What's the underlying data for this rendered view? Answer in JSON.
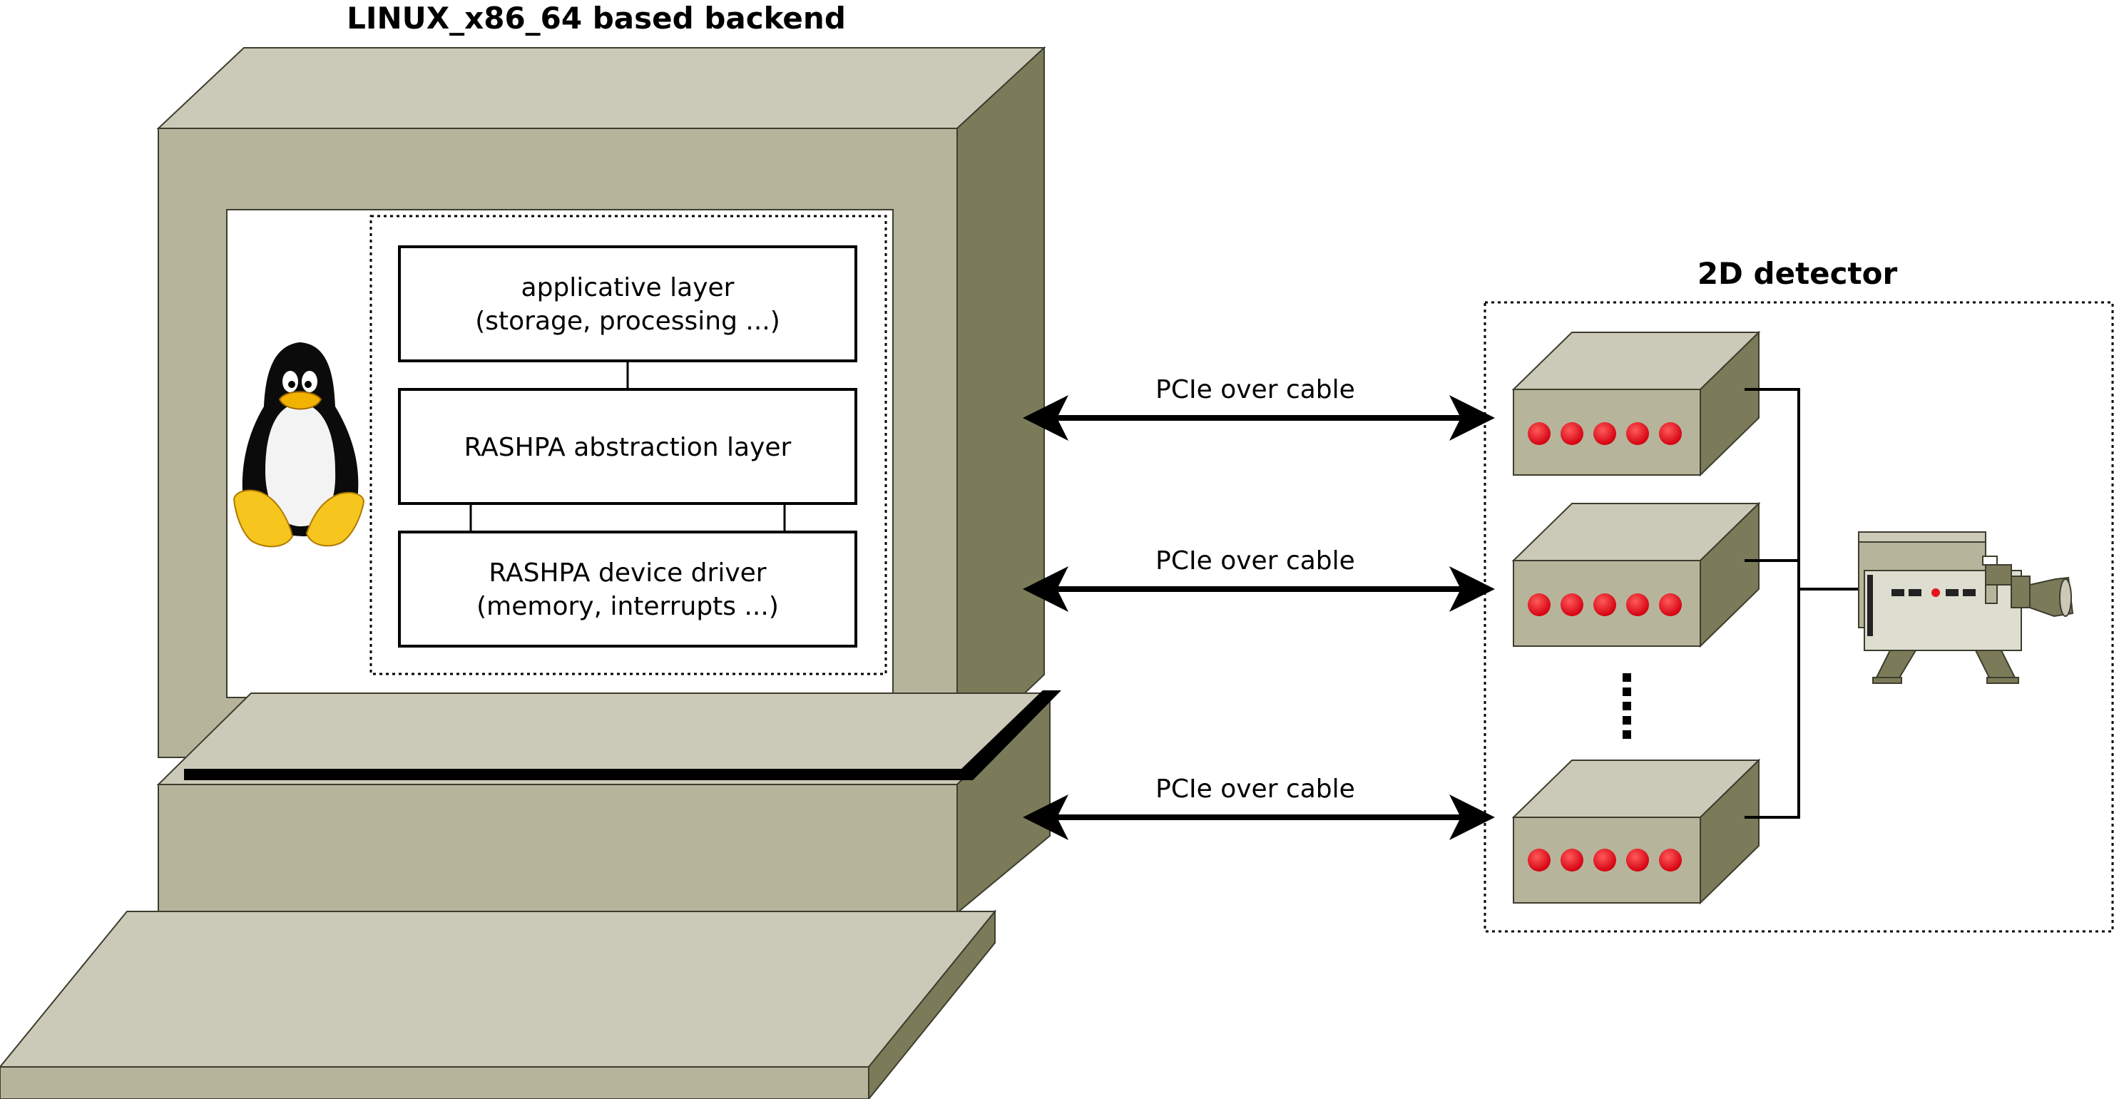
{
  "backend": {
    "title": "LINUX_x86_64 based backend",
    "os_logo": "tux-penguin-icon",
    "layers": {
      "applicative": {
        "line1": "applicative layer",
        "line2": "(storage, processing ...)"
      },
      "abstraction": {
        "line1": "RASHPA abstraction layer"
      },
      "driver": {
        "line1": "RASHPA device driver",
        "line2": "(memory, interrupts ...)"
      }
    }
  },
  "links": [
    {
      "label": "PCIe over cable"
    },
    {
      "label": "PCIe over cable"
    },
    {
      "label": "PCIe over cable"
    }
  ],
  "detector": {
    "title": "2D detector",
    "modules_visible": 3,
    "leds_per_module": 5,
    "continuation": "⋮",
    "device_icon": "camera-icon"
  },
  "colors": {
    "panel_front": "#b6b59b",
    "panel_top": "#cbcab8",
    "panel_side": "#7b7b59",
    "led": "#e8141c",
    "line": "#000000"
  }
}
